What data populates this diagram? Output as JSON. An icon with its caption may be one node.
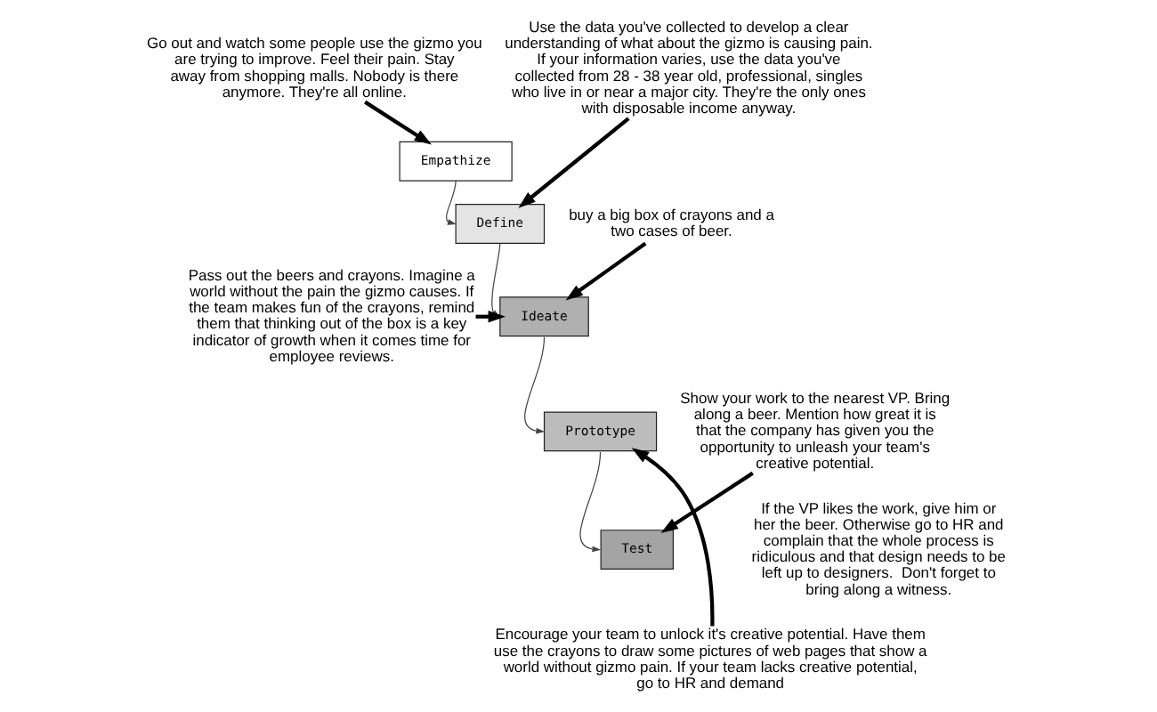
{
  "diagram": {
    "nodes": [
      {
        "text": [
          "Go out and watch some people use the gizmo you are trying to improve. Feel their pain. Stay away from shopping malls. Nobody is there anymore. They're all online."
        ]
      },
      {
        "text": [
          "Use the data you've collected to develop a clear understanding of what about the gizmo is causing pain. If your information varies, use the data you've collected from 28 - 38 year old, professional, singles who live in or near a major city. They're the only ones with disposable income anyway."
        ]
      },
      {
        "text": [
          "Empathize"
        ]
      },
      {
        "text": [
          "Define"
        ]
      },
      {
        "text": [
          "buy a big box of crayons and a two cases of beer."
        ]
      },
      {
        "text": [
          "Ideate"
        ]
      },
      {
        "text": [
          "Pass out the beers and crayons. Imagine a world without the pain the gizmo causes. If the team makes fun of the crayons, remind them that thinking out of the box is a key indicator of growth when it comes time for employee reviews."
        ]
      },
      {
        "text": [
          "Prototype"
        ]
      },
      {
        "text": [
          "Test"
        ]
      },
      {
        "text": [
          "Encourage your team to unlock it's creative potential. Have them use the crayons to draw some pictures of web pages that show a world without gizmo pain. If your team lacks creative potential, go to HR and demand"
        ]
      },
      {
        "text": [
          "Show your work to the nearest VP. Bring along a beer. Mention how great it is that the company has given you the opportunity to unleash your team's creative potential."
        ]
      }
    ],
    "edges": [
      {
        "from": 0,
        "to": 2,
        "arrow": "to"
      },
      {
        "from": 1,
        "to": 3,
        "arrow": "to"
      },
      {
        "from": 2,
        "to": 3,
        "arrow": "to",
        "color": "#444444"
      },
      {
        "from": 3,
        "to": 5,
        "arrow": "to",
        "color": "#444444"
      },
      {
        "from": 4,
        "to": 5,
        "arrow": "to"
      },
      {
        "from": 6,
        "to": 5,
        "arrow": "to"
      },
      {
        "from": 5,
        "to": 7,
        "arrow": "to",
        "color": "#444444"
      },
      {
        "from": 9,
        "to": 7,
        "arrow": "to"
      },
      {
        "from": 7,
        "to": 8,
        "arrow": "to",
        "color": "#444444"
      },
      {
        "from": 10,
        "to": 8,
        "arrow": "to"
      }
    ],
    "labels": [
      "If the VP likes the work, give him or her the beer. Otherwise go to HR and complain that the whole process is ridiculous and that design needs to be left up to designers.  Don't forget to bring along a witness."
    ]
  }
}
